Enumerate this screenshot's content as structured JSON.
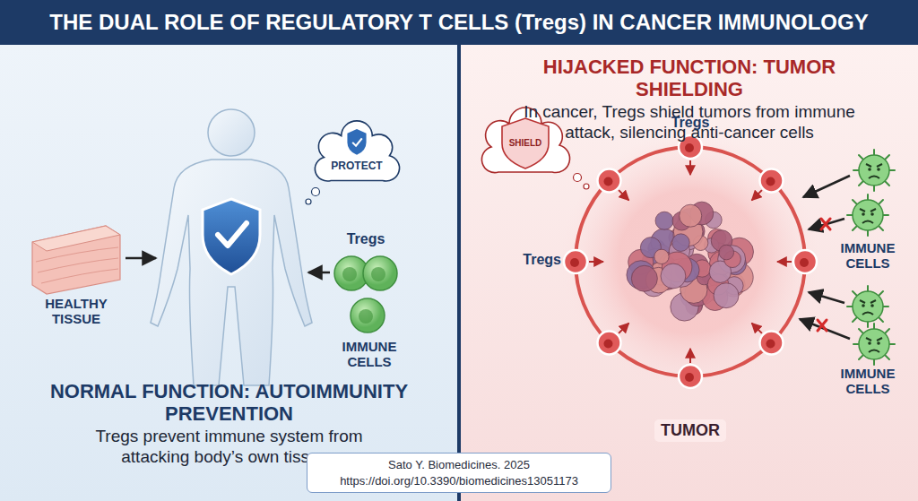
{
  "diagram": {
    "title": "THE DUAL ROLE OF REGULATORY T CELLS (Tregs) IN CANCER IMMUNOLOGY",
    "nodes": [
      {
        "text": [
          "NORMAL FUNCTION: AUTOIMMUNITY PREVENTION",
          "Tregs prevent immune system from attacking body’s own tissues"
        ]
      },
      {
        "text": [
          "PROTECT"
        ],
        "in": 0
      },
      {
        "text": [
          "HIJACKED FUNCTION: TUMOR SHIELDING",
          "In cancer, Tregs shield tumors from immune attack, silencing anti-cancer cells"
        ]
      },
      {
        "text": [
          "SHIELD"
        ],
        "in": 2
      },
      {
        "text": [
          "TUMOR"
        ],
        "in": 2
      },
      {
        "text": [
          "Sato Y. Biomedicines. 2025 https://doi.org/10.3390/biomedicines13051173"
        ]
      }
    ],
    "labels": [
      "HEALTHY TISSUE",
      "Tregs",
      "IMMUNE CELLS",
      "Tregs",
      "Tregs",
      "IMMUNE CELLS",
      "IMMUNE CELLS"
    ]
  }
}
